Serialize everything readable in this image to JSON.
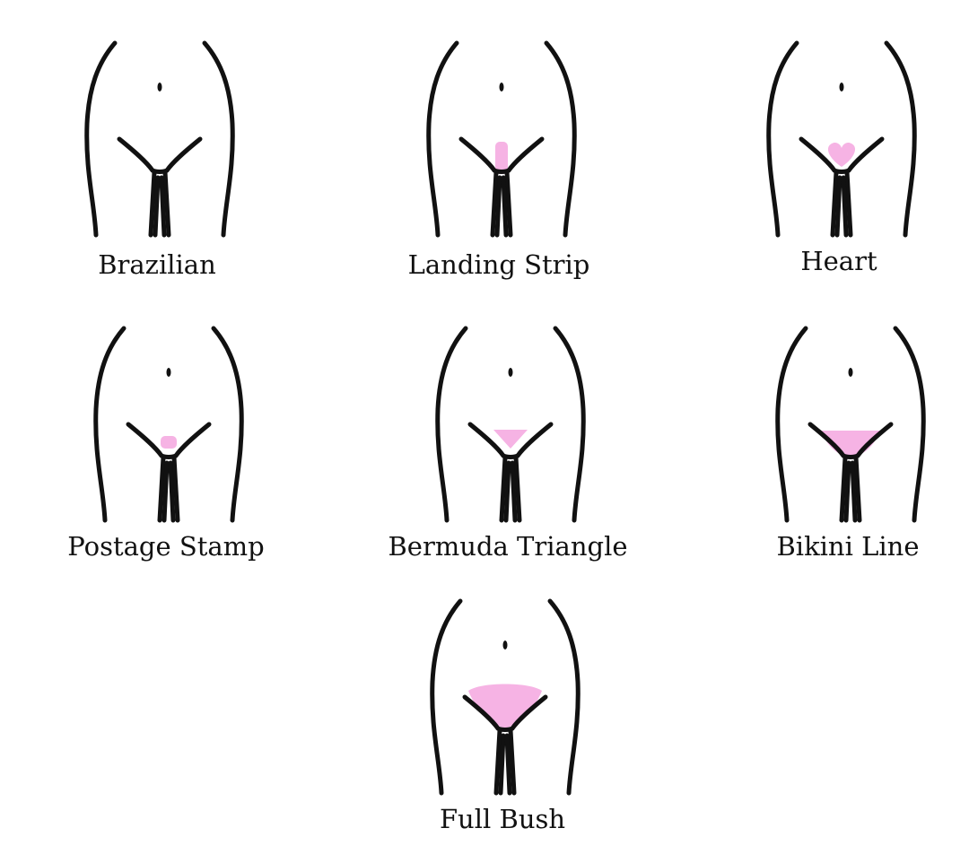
{
  "accent_color": "#f6b3e4",
  "line_color": "#111111",
  "styles": [
    {
      "label": "Brazilian",
      "shape": "none"
    },
    {
      "label": "Landing Strip",
      "shape": "strip"
    },
    {
      "label": "Heart",
      "shape": "heart"
    },
    {
      "label": "Postage Stamp",
      "shape": "stamp"
    },
    {
      "label": "Bermuda Triangle",
      "shape": "triangle"
    },
    {
      "label": "Bikini Line",
      "shape": "bikini"
    },
    {
      "label": "Full Bush",
      "shape": "bush"
    }
  ]
}
